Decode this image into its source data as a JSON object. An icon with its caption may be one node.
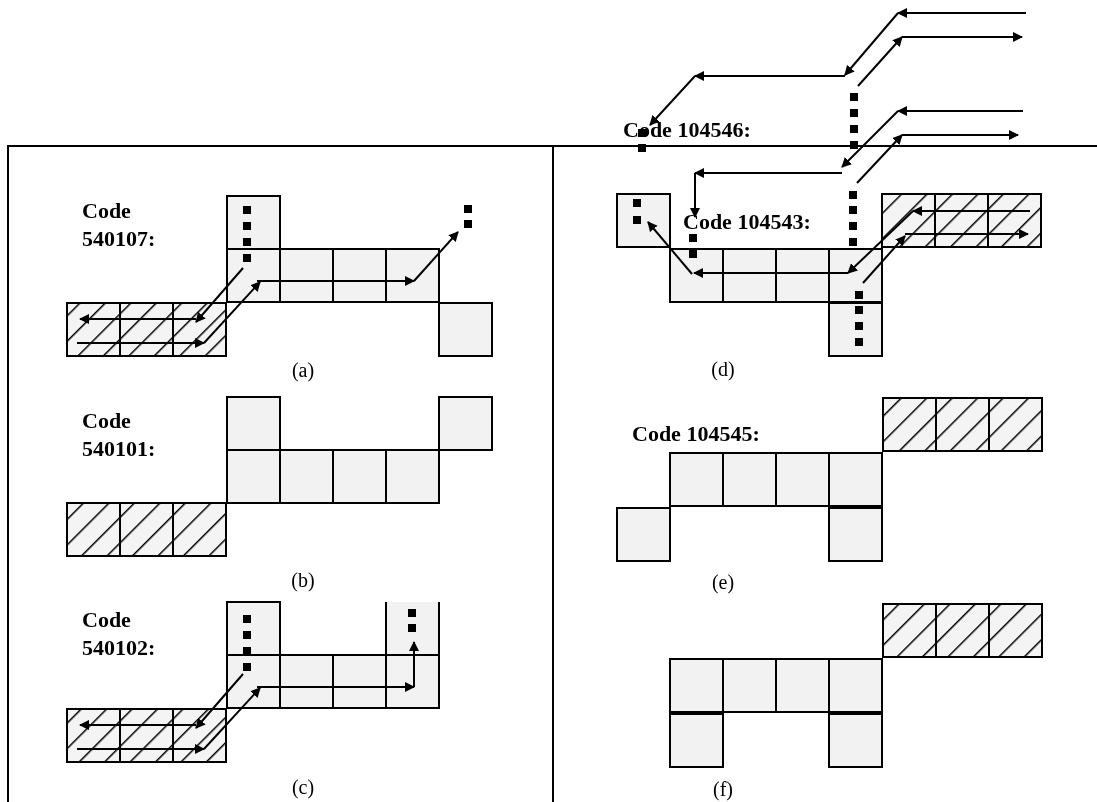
{
  "diagram": {
    "labels": [
      "Code 540107:",
      "(a)",
      "Code 540101:",
      "(b)",
      "Code 540102:",
      "(c)",
      "Code 104546:",
      "Code 104543:",
      "(d)",
      "Code 104545:",
      "(e)",
      "(f)"
    ]
  }
}
